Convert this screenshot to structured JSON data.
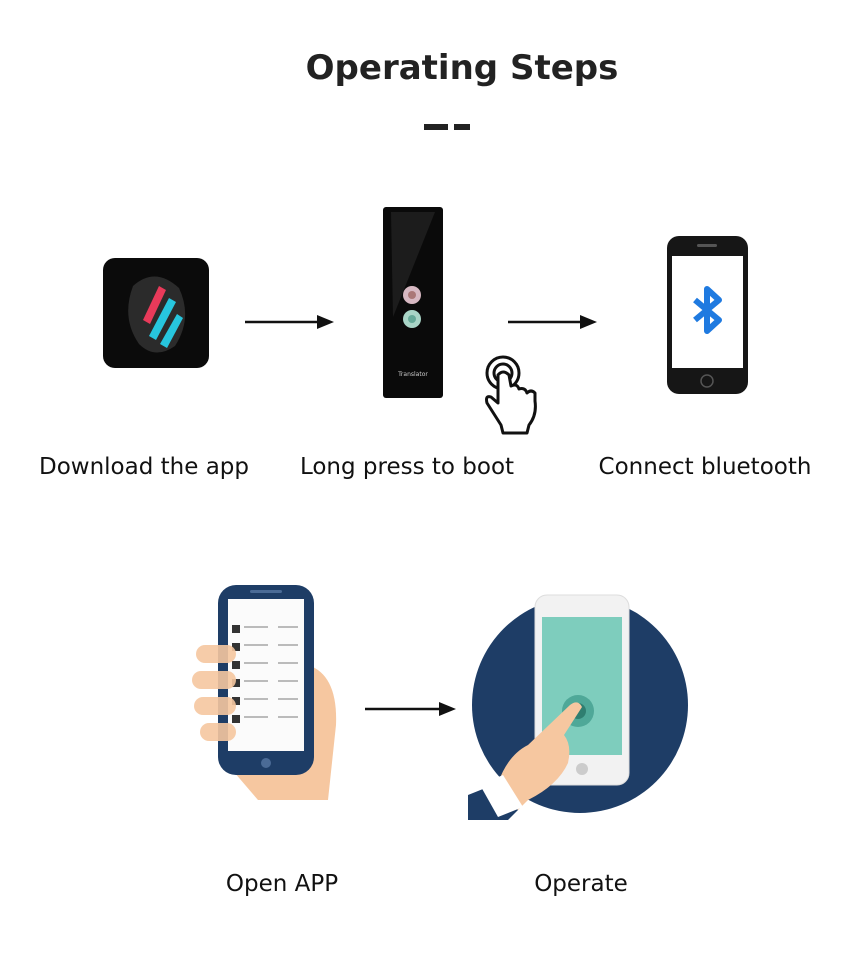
{
  "title": "Operating Steps",
  "device_label": "Translator",
  "steps": [
    {
      "label": "Download the app",
      "icon": "app-icon"
    },
    {
      "label": "Long press to boot",
      "icon": "translator-device-icon"
    },
    {
      "label": "Connect bluetooth",
      "icon": "bluetooth-phone-icon"
    },
    {
      "label": "Open APP",
      "icon": "hand-holding-phone-icon"
    },
    {
      "label": "Operate",
      "icon": "tap-phone-icon"
    }
  ],
  "colors": {
    "navy": "#1e3d66",
    "teal": "#7ecdbd",
    "bluetooth": "#1f7ae0",
    "skin": "#f6c7a0"
  }
}
